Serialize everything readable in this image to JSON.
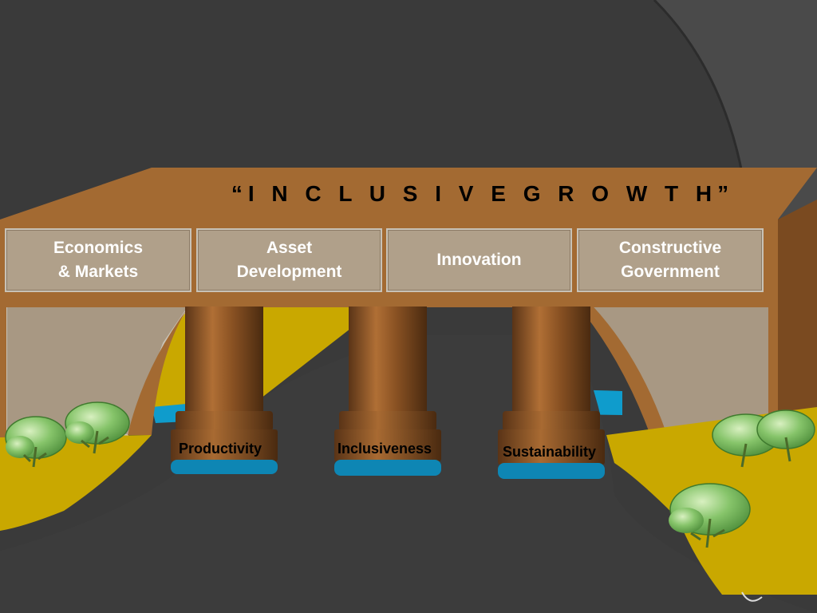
{
  "title": "“I N C L U S I V E   G R O W T H”",
  "blocks": [
    {
      "label": "Economics\n& Markets"
    },
    {
      "label": "Asset\nDevelopment"
    },
    {
      "label": "Innovation"
    },
    {
      "label": "Constructive\nGovernment"
    }
  ],
  "pillars": [
    {
      "label": "Productivity"
    },
    {
      "label": "Inclusiveness"
    },
    {
      "label": "Sustainability"
    }
  ],
  "colors": {
    "background": "#3a3a3a",
    "bridge": "#a36a32",
    "block": "#b0a08a",
    "ground": "#c9a800",
    "water": "#0f9ccc",
    "road": "#3c3c3c",
    "tree": "#7fbf60"
  }
}
